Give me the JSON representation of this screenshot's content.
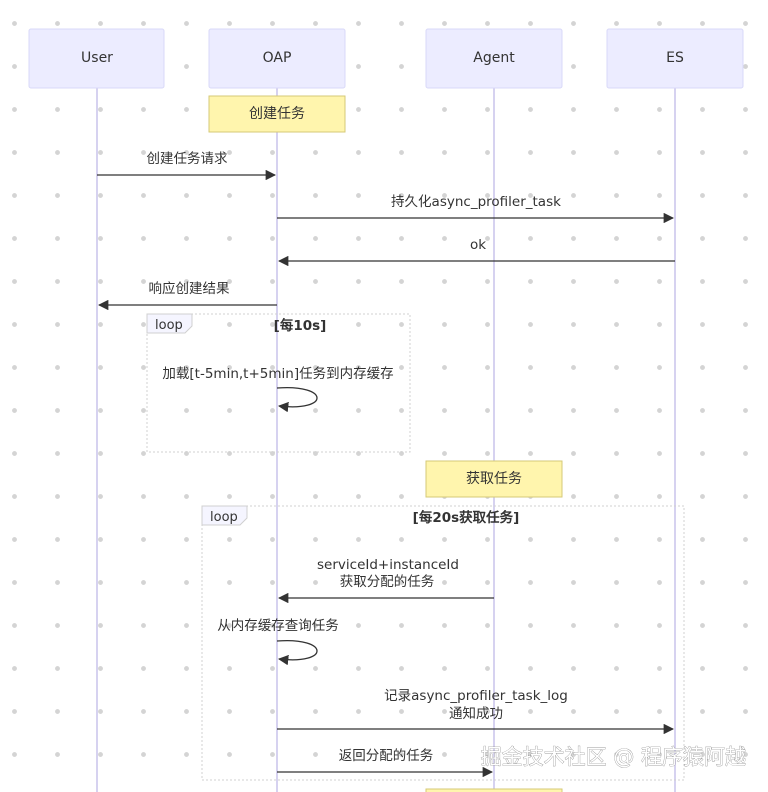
{
  "participants": [
    {
      "id": "user",
      "label": "User"
    },
    {
      "id": "oap",
      "label": "OAP"
    },
    {
      "id": "agent",
      "label": "Agent"
    },
    {
      "id": "es",
      "label": "ES"
    }
  ],
  "notes": {
    "create_task": "创建任务",
    "get_task": "获取任务"
  },
  "messages": {
    "m1": "创建任务请求",
    "m2": "持久化async_profiler_task",
    "m3": "ok",
    "m4": "响应创建结果",
    "m5": "加载[t-5min,t+5min]任务到内存缓存",
    "m6_line1": "serviceId+instanceId",
    "m6_line2": "获取分配的任务",
    "m7": "从内存缓存查询任务",
    "m8_line1": "记录async_profiler_task_log",
    "m8_line2": "通知成功",
    "m9": "返回分配的任务"
  },
  "loops": {
    "loop1_label": "loop",
    "loop1_condition": "[每10s]",
    "loop2_label": "loop",
    "loop2_condition": "[每20s获取任务]"
  },
  "watermark": "掘金技术社区 @ 程序猿阿越"
}
